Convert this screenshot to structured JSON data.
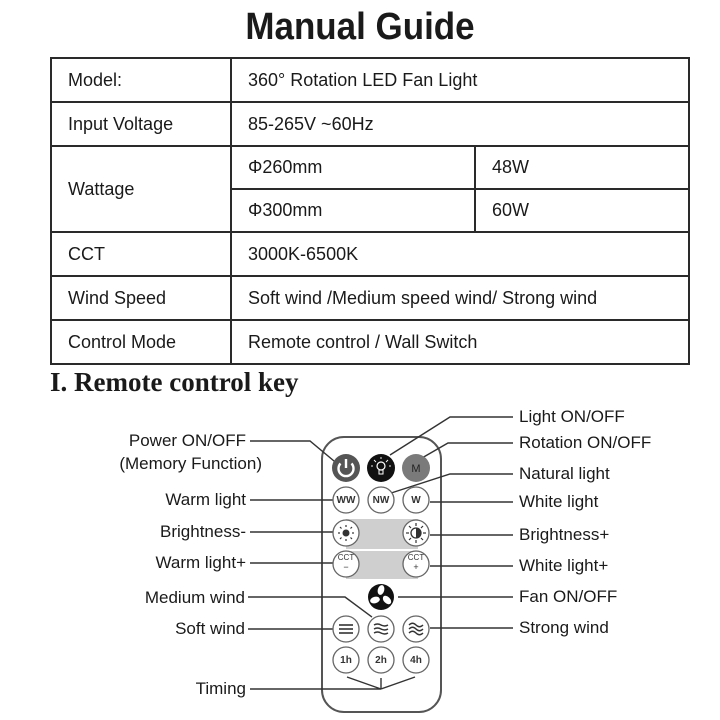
{
  "header": {
    "title": "Manual Guide"
  },
  "spec_table": {
    "model": {
      "label": "Model:",
      "value": "360° Rotation LED Fan Light"
    },
    "voltage": {
      "label": "Input Voltage",
      "value": "85-265V ~60Hz"
    },
    "wattage": {
      "label": "Wattage",
      "rows": [
        {
          "size": "Φ260mm",
          "watts": "48W"
        },
        {
          "size": "Φ300mm",
          "watts": "60W"
        }
      ]
    },
    "cct": {
      "label": "CCT",
      "value": "3000K-6500K"
    },
    "wind": {
      "label": "Wind Speed",
      "value": "Soft wind /Medium speed wind/ Strong wind"
    },
    "control": {
      "label": "Control Mode",
      "value": "Remote control / Wall Switch"
    }
  },
  "section": {
    "title": "I. Remote control key"
  },
  "remote": {
    "left_labels": {
      "power": "Power ON/OFF",
      "memory": "(Memory Function)",
      "warm": "Warm light",
      "bright_minus": "Brightness-",
      "warm_plus": "Warm light+",
      "medium": "Medium wind",
      "soft": "Soft wind",
      "timing": "Timing"
    },
    "right_labels": {
      "light": "Light ON/OFF",
      "rotation": "Rotation ON/OFF",
      "natural": "Natural light",
      "white": "White light",
      "bright_plus": "Brightness+",
      "white_plus": "White light+",
      "fan": "Fan ON/OFF",
      "strong": "Strong wind"
    },
    "buttons": {
      "m": "M",
      "ww": "WW",
      "nw": "NW",
      "w": "W",
      "cct": "CCT",
      "minus": "−",
      "plus": "+",
      "t1": "1h",
      "t2": "2h",
      "t4": "4h"
    },
    "colors": {
      "power": "#555555",
      "light": "#111111",
      "mode": "#7a7a7a",
      "bar": "#cfcfcf"
    }
  }
}
